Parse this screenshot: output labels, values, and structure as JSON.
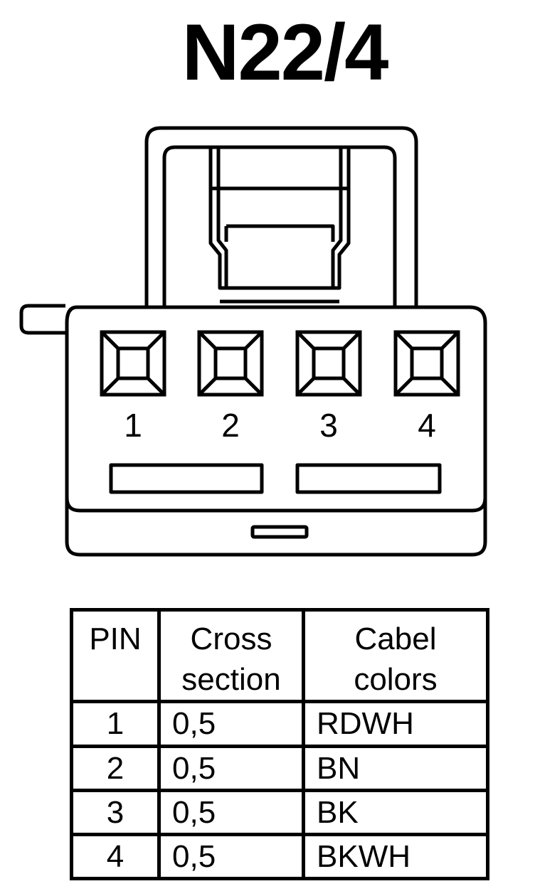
{
  "title": "N22/4",
  "pins": [
    "1",
    "2",
    "3",
    "4"
  ],
  "table": {
    "headers": {
      "pin": "PIN",
      "cross_line1": "Cross",
      "cross_line2": "section",
      "color_line1": "Cabel",
      "color_line2": "colors"
    },
    "rows": [
      {
        "pin": "1",
        "cross_section": "0,5",
        "color": "RDWH"
      },
      {
        "pin": "2",
        "cross_section": "0,5",
        "color": "BN"
      },
      {
        "pin": "3",
        "cross_section": "0,5",
        "color": "BK"
      },
      {
        "pin": "4",
        "cross_section": "0,5",
        "color": "BKWH"
      }
    ]
  }
}
